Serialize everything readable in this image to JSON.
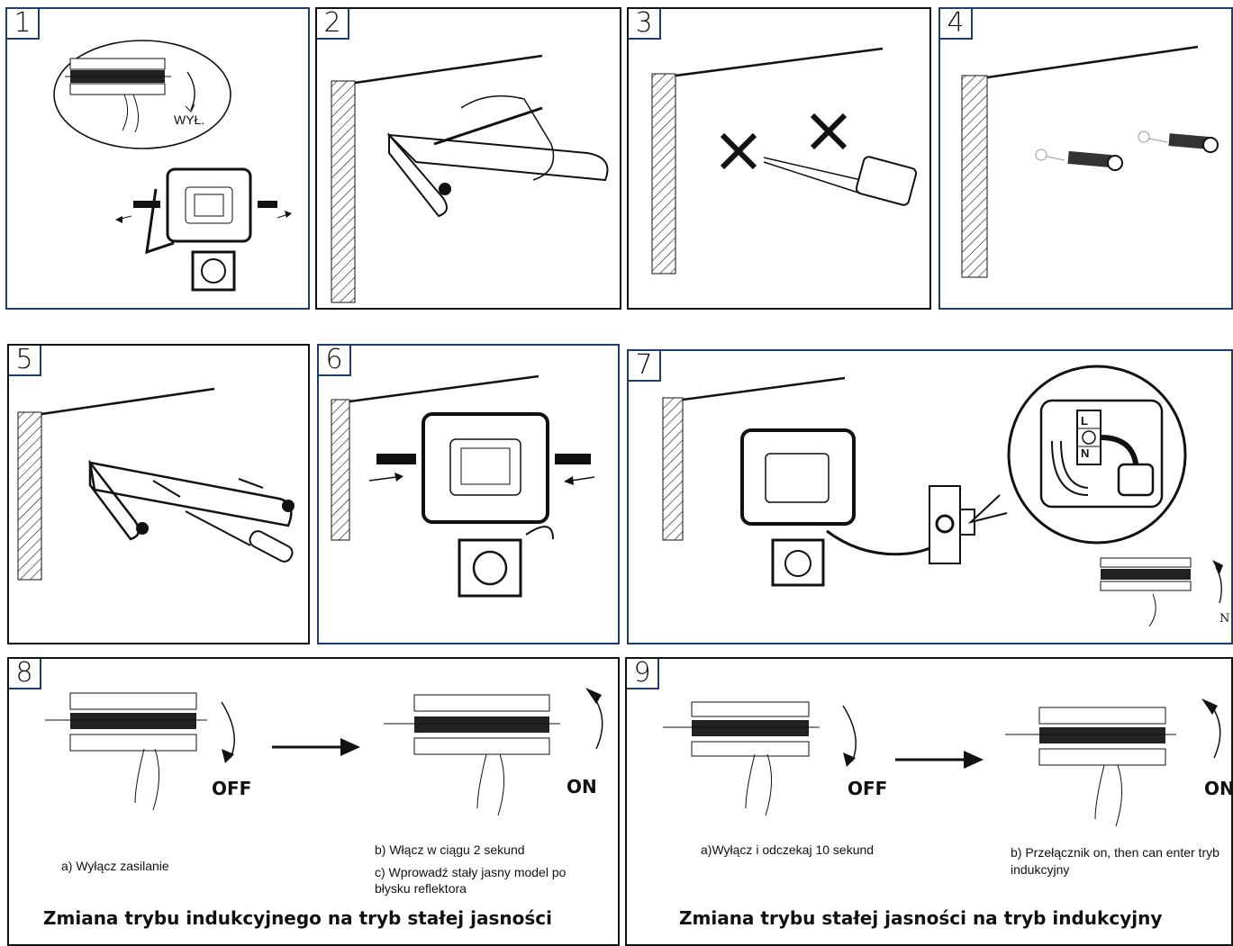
{
  "steps": [
    {
      "num": "1",
      "label_off": "WYŁ."
    },
    {
      "num": "2"
    },
    {
      "num": "3"
    },
    {
      "num": "4"
    },
    {
      "num": "5"
    },
    {
      "num": "6"
    },
    {
      "num": "7",
      "label_n": "N",
      "terminal_l": "L",
      "terminal_n": "N"
    },
    {
      "num": "8",
      "off": "OFF",
      "on": "ON",
      "text_a": "a) Wyłącz zasilanie",
      "text_b": "b) Włącz w ciągu 2 sekund",
      "text_c": "c) Wprowadź stały jasny model po błysku reflektora",
      "title": "Zmiana trybu indukcyjnego na tryb stałej jasności"
    },
    {
      "num": "9",
      "off": "OFF",
      "on": "ON",
      "text_a": "a)Wyłącz i odczekaj 10 sekund",
      "text_b": "b) Przełącznik on, then can enter tryb indukcyjny",
      "title": "Zmiana trybu stałej jasności na tryb indukcyjny"
    }
  ],
  "colors": {
    "panel_border": "#1f3d6b",
    "line": "#111111"
  }
}
